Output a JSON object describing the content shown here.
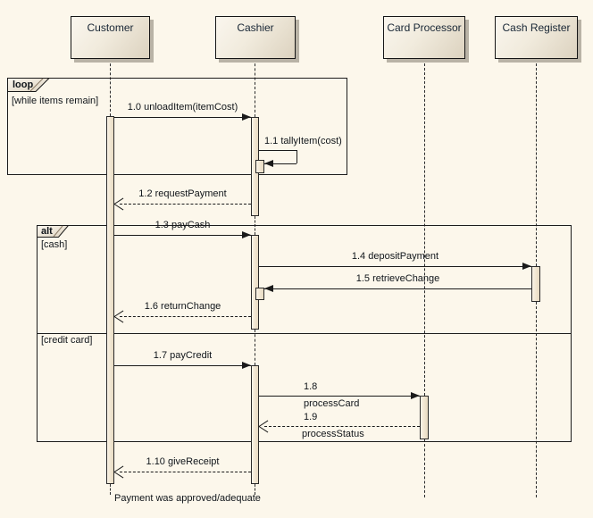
{
  "lifelines": [
    {
      "name": "Customer"
    },
    {
      "name": "Cashier"
    },
    {
      "name": "Card Processor"
    },
    {
      "name": "Cash Register"
    }
  ],
  "fragments": [
    {
      "operator": "loop",
      "guard": "[while items remain]"
    },
    {
      "operator": "alt",
      "guard1": "[cash]",
      "guard2": "[credit card]"
    }
  ],
  "messages": [
    {
      "label": "1.0 unloadItem(itemCost)"
    },
    {
      "label": "1.1 tallyItem(cost)"
    },
    {
      "label": "1.2 requestPayment"
    },
    {
      "label": "1.3 payCash"
    },
    {
      "label": "1.4 depositPayment"
    },
    {
      "label": "1.5 retrieveChange"
    },
    {
      "label": "1.6 returnChange"
    },
    {
      "label": "1.7 payCredit"
    },
    {
      "num": "1.8",
      "name": "processCard"
    },
    {
      "num": "1.9",
      "name": "processStatus"
    },
    {
      "label": "1.10 giveReceipt"
    }
  ],
  "note": {
    "text": "Payment was approved/adequate"
  },
  "colors": {
    "background": "#FCF7EB",
    "element_fill_light": "#FAF6EE",
    "element_fill_dark": "#DCD2BF",
    "shadow": "#B9B3A6",
    "line": "#1A1A1A"
  }
}
